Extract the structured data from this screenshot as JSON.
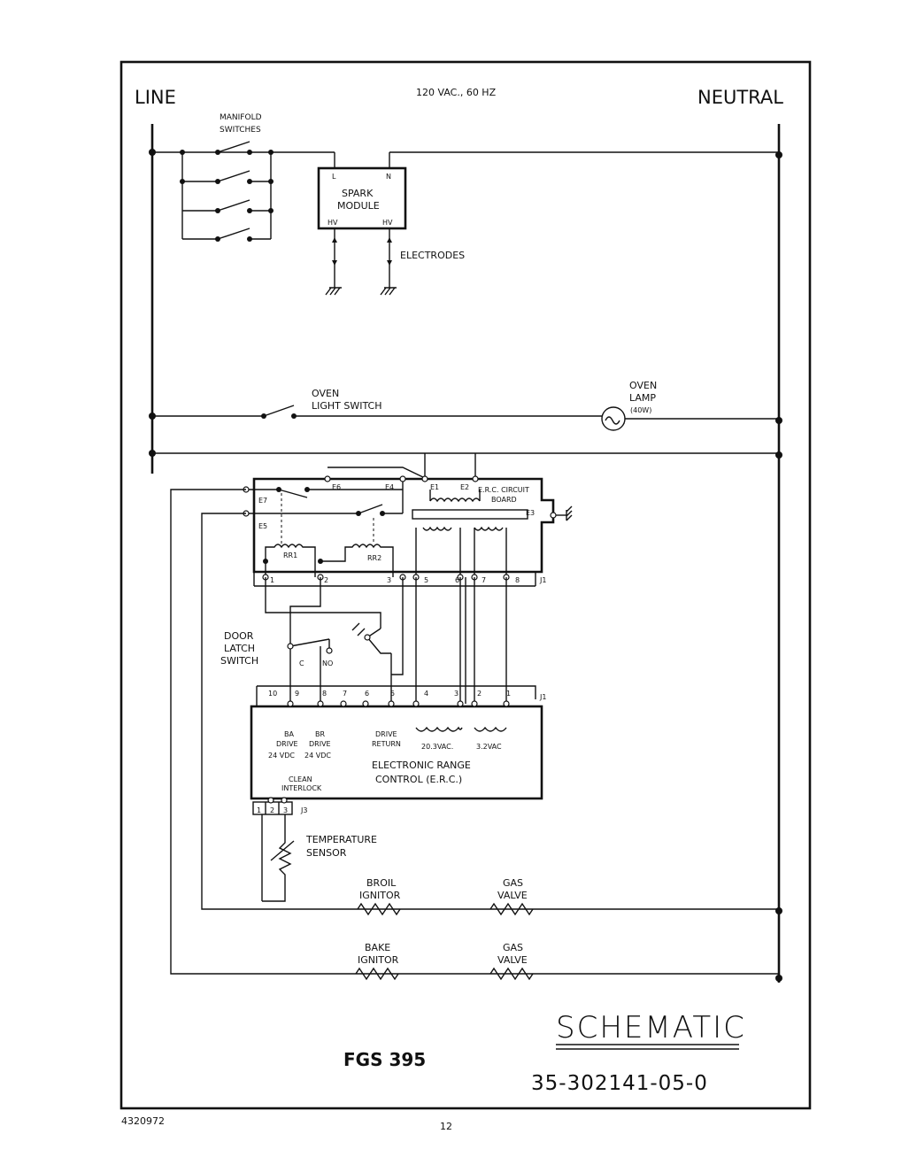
{
  "header": {
    "line": "LINE",
    "supply": "120 VAC., 60 HZ",
    "neutral": "NEUTRAL"
  },
  "manifold": {
    "line1": "MANIFOLD",
    "line2": "SWITCHES"
  },
  "spark_module": {
    "line1": "SPARK",
    "line2": "MODULE",
    "pin_l": "L",
    "pin_n": "N",
    "pin_hv1": "HV",
    "pin_hv2": "HV"
  },
  "electrodes": "ELECTRODES",
  "oven_light_switch": {
    "line1": "OVEN",
    "line2": "LIGHT SWITCH"
  },
  "oven_lamp": {
    "line1": "OVEN",
    "line2": "LAMP",
    "rating": "(40W)"
  },
  "erc_board": {
    "title1": "E.R.C. CIRCUIT",
    "title2": "BOARD",
    "terminals": [
      "E6",
      "E4",
      "E1",
      "E2",
      "E3",
      "E7",
      "E5"
    ],
    "relays": [
      "RR1",
      "RR2"
    ],
    "connector": "J1",
    "pins": [
      "1",
      "2",
      "3",
      "5",
      "6",
      "7",
      "8"
    ]
  },
  "door_latch": {
    "line1": "DOOR",
    "line2": "LATCH",
    "line3": "SWITCH",
    "c": "C",
    "no": "NO"
  },
  "erc_control": {
    "connector": "J1",
    "pins": [
      "10",
      "9",
      "8",
      "7",
      "6",
      "5",
      "4",
      "3",
      "2",
      "1"
    ],
    "ba_drive": [
      "BA",
      "DRIVE",
      "24 VDC"
    ],
    "br_drive": [
      "BR",
      "DRIVE",
      "24 VDC"
    ],
    "drive_return": [
      "DRIVE",
      "RETURN"
    ],
    "vac1": "20.3VAC.",
    "vac2": "3.2VAC",
    "name1": "ELECTRONIC RANGE",
    "name2": "CONTROL  (E.R.C.)",
    "clean1": "CLEAN",
    "clean2": "INTERLOCK",
    "j3": "J3",
    "j3_pins": [
      "1",
      "2",
      "3"
    ]
  },
  "temperature_sensor": {
    "line1": "TEMPERATURE",
    "line2": "SENSOR"
  },
  "broil": {
    "ignitor1": "BROIL",
    "ignitor2": "IGNITOR",
    "valve1": "GAS",
    "valve2": "VALVE"
  },
  "bake": {
    "ignitor1": "BAKE",
    "ignitor2": "IGNITOR",
    "valve1": "GAS",
    "valve2": "VALVE"
  },
  "footer": {
    "title": "SCHEMATIC",
    "model": "FGS 395",
    "part_number": "35-302141-05-0",
    "doc_number": "4320972",
    "page": "12"
  }
}
